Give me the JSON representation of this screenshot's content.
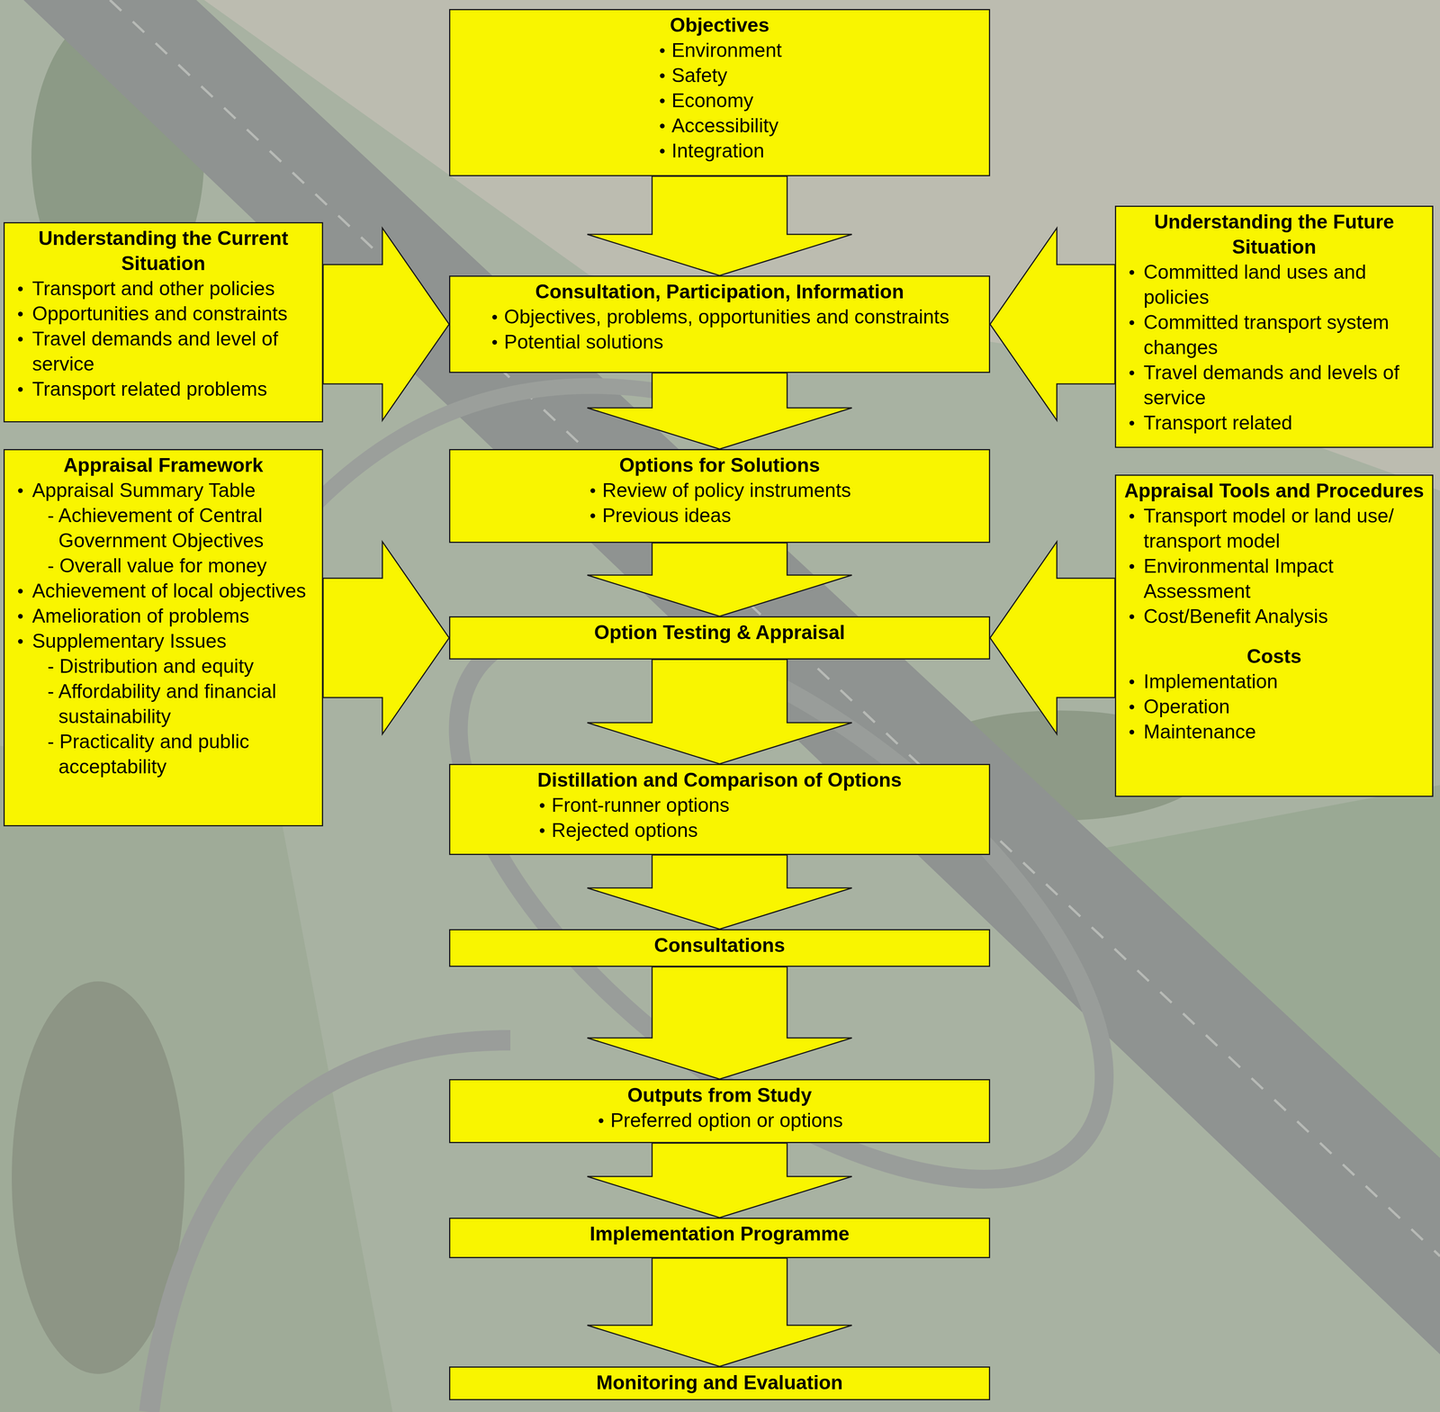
{
  "diagram": {
    "nodes": [
      {
        "text": [
          "Objectives",
          "Environment",
          "Safety",
          "Economy",
          "Accessibility",
          "Integration"
        ]
      },
      {
        "text": [
          "Understanding the Current Situation",
          "Transport and other policies",
          "Opportunities and constraints",
          "Travel demands and level of service",
          "Transport related problems"
        ]
      },
      {
        "text": [
          "Consultation, Participation, Information",
          "Objectives, problems, opportunities and constraints",
          "Potential solutions"
        ]
      },
      {
        "text": [
          "Understanding the Future Situation",
          "Committed land uses and policies",
          "Committed transport system changes",
          "Travel demands and levels of service",
          "Transport related"
        ]
      },
      {
        "text": [
          "Appraisal Framework",
          "Appraisal Summary Table",
          "- Achievement of Central Government Objectives",
          "- Overall value for money",
          "Achievement of local objectives",
          "Amelioration of problems",
          "Supplementary Issues",
          "- Distribution and equity",
          "- Affordability and financial sustainability",
          "- Practicality and public acceptability"
        ]
      },
      {
        "text": [
          "Options for Solutions",
          "Review of policy instruments",
          "Previous ideas"
        ]
      },
      {
        "text": [
          "Appraisal Tools and Procedures",
          "Transport model or land use/ transport model",
          "Environmental Impact Assessment",
          "Cost/Benefit Analysis",
          "Costs",
          "Implementation",
          "Operation",
          "Maintenance"
        ]
      },
      {
        "text": [
          "Option Testing & Appraisal"
        ]
      },
      {
        "text": [
          "Distillation and Comparison of Options",
          "Front-runner options",
          "Rejected options"
        ]
      },
      {
        "text": [
          "Consultations"
        ]
      },
      {
        "text": [
          "Outputs from Study",
          "Preferred option or options"
        ]
      },
      {
        "text": [
          "Implementation Programme"
        ]
      },
      {
        "text": [
          "Monitoring and Evaluation"
        ]
      }
    ],
    "edges": [
      {
        "from": 0,
        "to": 2,
        "arrow": "to"
      },
      {
        "from": 1,
        "to": 2,
        "arrow": "to"
      },
      {
        "from": 3,
        "to": 2,
        "arrow": "to"
      },
      {
        "from": 2,
        "to": 5,
        "arrow": "to"
      },
      {
        "from": 5,
        "to": 7,
        "arrow": "to"
      },
      {
        "from": 4,
        "to": 7,
        "arrow": "to"
      },
      {
        "from": 6,
        "to": 7,
        "arrow": "to"
      },
      {
        "from": 7,
        "to": 8,
        "arrow": "to"
      },
      {
        "from": 8,
        "to": 9,
        "arrow": "to"
      },
      {
        "from": 9,
        "to": 10,
        "arrow": "to"
      },
      {
        "from": 10,
        "to": 11,
        "arrow": "to"
      },
      {
        "from": 11,
        "to": 12,
        "arrow": "to"
      }
    ]
  }
}
